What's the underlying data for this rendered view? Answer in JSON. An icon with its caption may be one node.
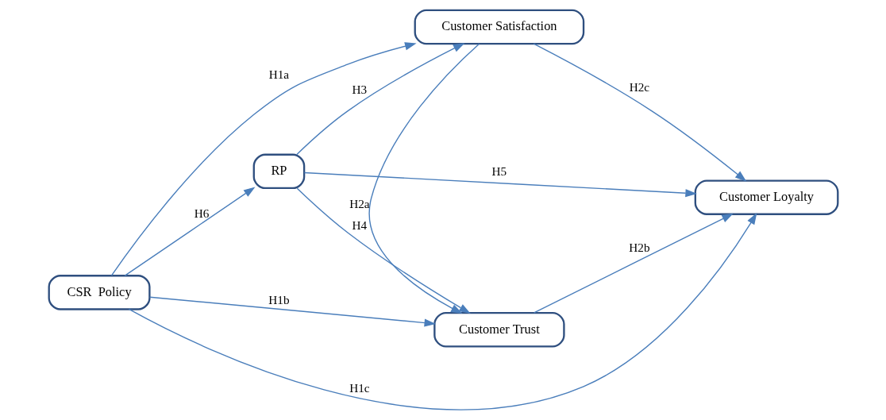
{
  "diagram": {
    "nodes": [
      {
        "text": [
          "CSR  Policy"
        ]
      },
      {
        "text": [
          "RP"
        ]
      },
      {
        "text": [
          "Customer Satisfaction"
        ]
      },
      {
        "text": [
          "Customer Trust"
        ]
      },
      {
        "text": [
          "Customer Loyalty"
        ]
      }
    ],
    "edges": [
      {
        "from": 0,
        "to": 2,
        "arrow": "to",
        "label": "H1a"
      },
      {
        "from": 0,
        "to": 3,
        "arrow": "to",
        "label": "H1b"
      },
      {
        "from": 0,
        "to": 4,
        "arrow": "to",
        "label": "H1c"
      },
      {
        "from": 2,
        "to": 3,
        "arrow": "to",
        "label": "H2a"
      },
      {
        "from": 3,
        "to": 4,
        "arrow": "to",
        "label": "H2b"
      },
      {
        "from": 2,
        "to": 4,
        "arrow": "to",
        "label": "H2c"
      },
      {
        "from": 1,
        "to": 2,
        "arrow": "to",
        "label": "H3"
      },
      {
        "from": 1,
        "to": 3,
        "arrow": "to",
        "label": "H4"
      },
      {
        "from": 1,
        "to": 4,
        "arrow": "to",
        "label": "H5"
      },
      {
        "from": 0,
        "to": 1,
        "arrow": "to",
        "label": "H6"
      }
    ]
  }
}
